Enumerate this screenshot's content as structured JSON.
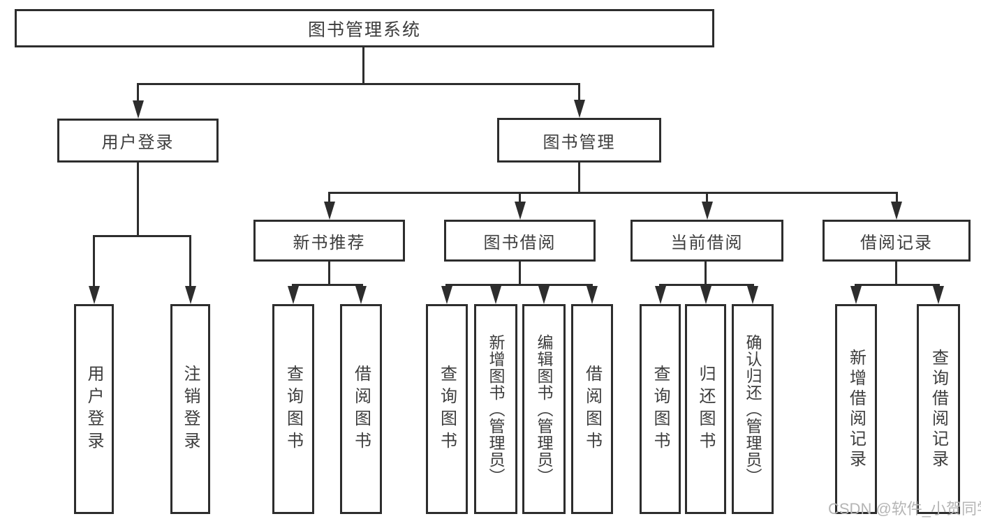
{
  "tree": {
    "root": {
      "label": "图书管理系统"
    },
    "branches": [
      {
        "label": "用户登录",
        "children": [
          {
            "label": "用户登录"
          },
          {
            "label": "注销登录"
          }
        ]
      },
      {
        "label": "图书管理",
        "children": [
          {
            "label": "新书推荐",
            "children": [
              {
                "label": "查询图书"
              },
              {
                "label": "借阅图书"
              }
            ]
          },
          {
            "label": "图书借阅",
            "children": [
              {
                "label": "查询图书"
              },
              {
                "label": "新增图书（管理员）"
              },
              {
                "label": "编辑图书（管理员）"
              },
              {
                "label": "借阅图书"
              }
            ]
          },
          {
            "label": "当前借阅",
            "children": [
              {
                "label": "查询图书"
              },
              {
                "label": "归还图书"
              },
              {
                "label": "确认归还（管理员）"
              }
            ]
          },
          {
            "label": "借阅记录",
            "children": [
              {
                "label": "新增借阅记录"
              },
              {
                "label": "查询借阅记录"
              }
            ]
          }
        ]
      }
    ]
  },
  "watermark": {
    "text": "CSDN @软件_小贺同学"
  },
  "colors": {
    "line": "#2d2d2d",
    "text": "#3d3d3d",
    "watermark": "#b5b5b5",
    "background": "#ffffff"
  }
}
